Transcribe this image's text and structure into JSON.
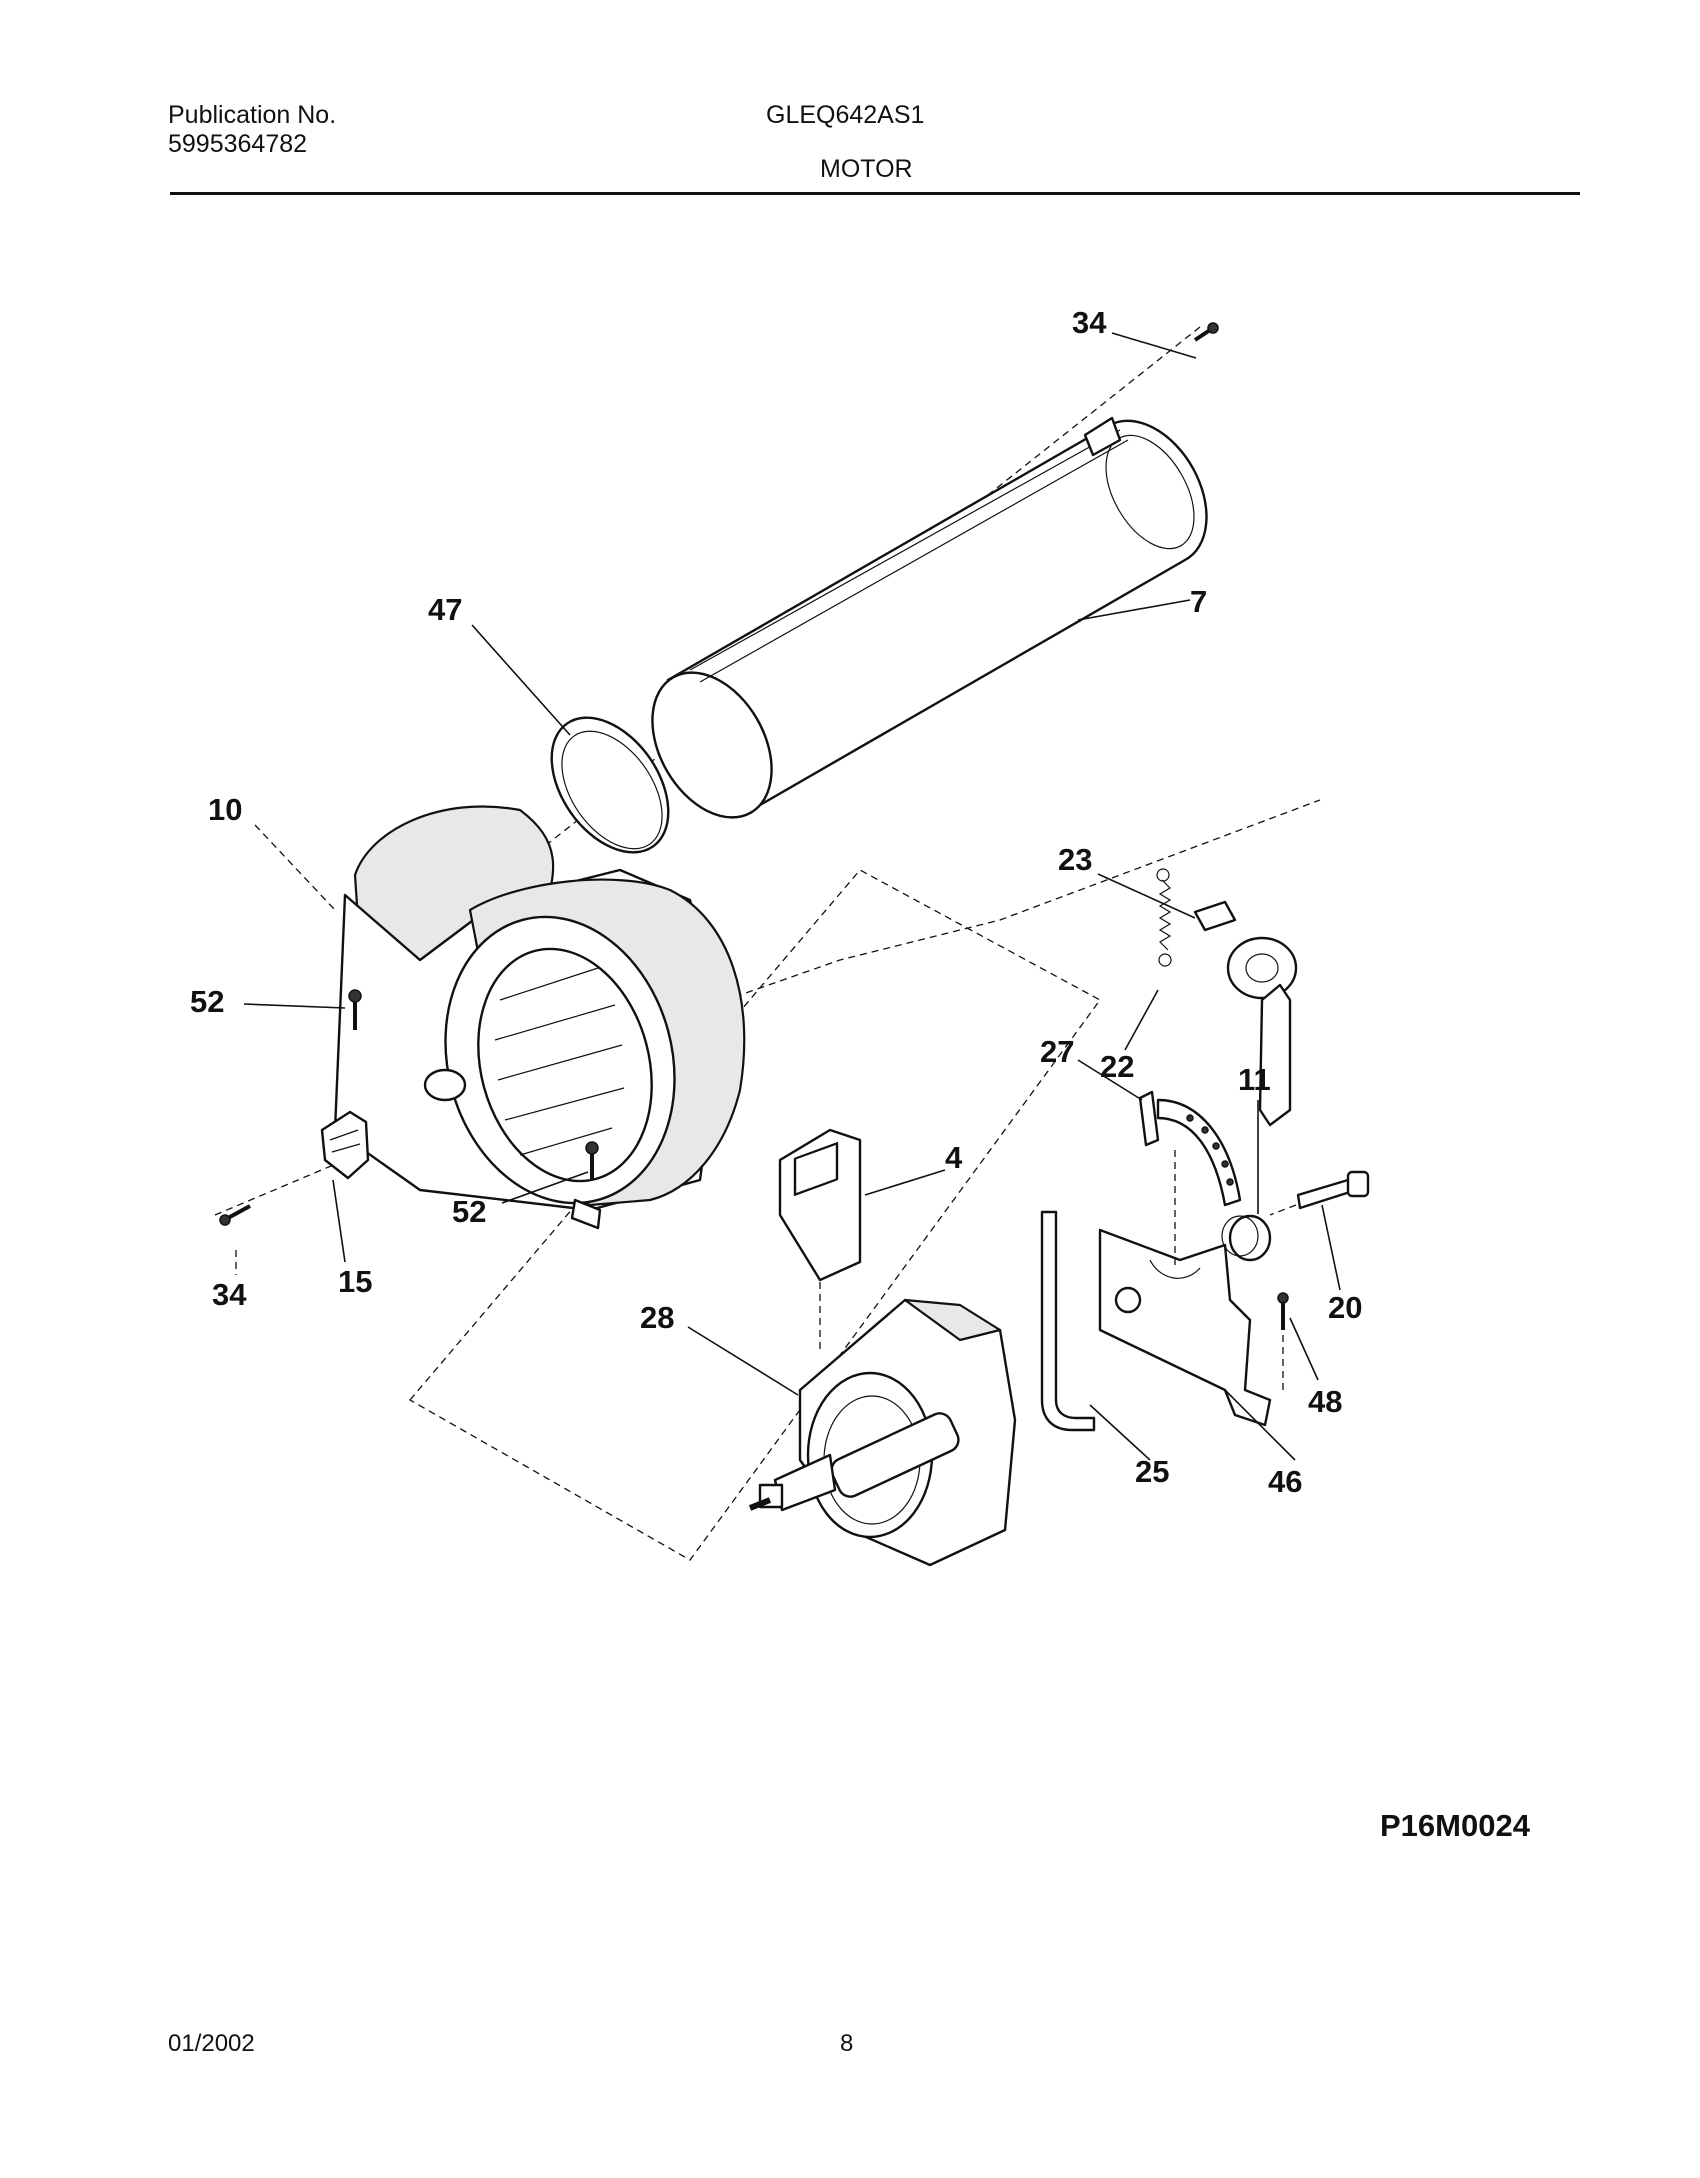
{
  "header": {
    "publication_label": "Publication No.",
    "publication_number": "5995364782",
    "model": "GLEQ642AS1",
    "section": "MOTOR"
  },
  "callouts": [
    "34",
    "7",
    "47",
    "10",
    "23",
    "22",
    "52",
    "11",
    "27",
    "4",
    "20",
    "52",
    "34",
    "15",
    "28",
    "48",
    "25",
    "46"
  ],
  "diagram_code": "P16M0024",
  "footer": {
    "date": "01/2002",
    "page": "8"
  }
}
